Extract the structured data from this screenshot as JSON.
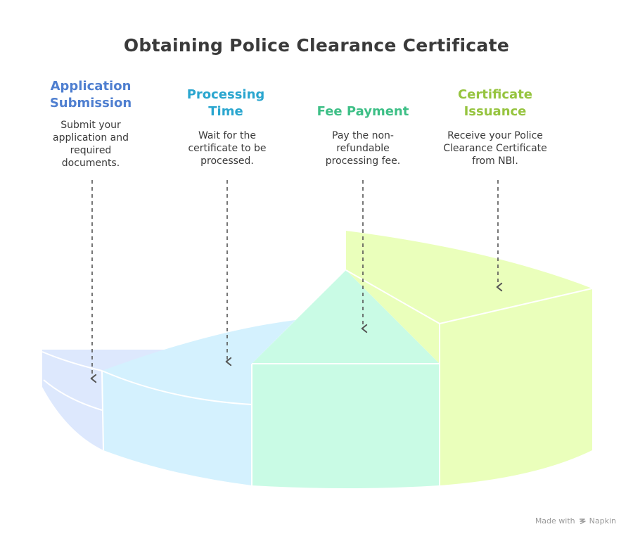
{
  "title": "Obtaining Police Clearance Certificate",
  "steps": [
    {
      "heading_line1": "Application",
      "heading_line2": "Submission",
      "color": "#4f7fd0",
      "desc_line1": "Submit your",
      "desc_line2": "application and",
      "desc_line3": "required",
      "desc_line4": "documents."
    },
    {
      "heading_line1": "Processing",
      "heading_line2": "Time",
      "color": "#2aa6cf",
      "desc_line1": "Wait for the",
      "desc_line2": "certificate to be",
      "desc_line3": "processed."
    },
    {
      "heading_line1": "Fee Payment",
      "color": "#3dbf86",
      "desc_line1": "Pay the non-",
      "desc_line2": "refundable",
      "desc_line3": "processing fee."
    },
    {
      "heading_line1": "Certificate",
      "heading_line2": "Issuance",
      "color": "#96c43f",
      "desc_line1": "Receive your Police",
      "desc_line2": "Clearance Certificate",
      "desc_line3": "from NBI."
    }
  ],
  "segment_colors": [
    "#dde8fd",
    "#d4f1fe",
    "#c9fbe5",
    "#eaffbb"
  ],
  "credit": {
    "made_with": "Made with",
    "brand": "Napkin"
  }
}
